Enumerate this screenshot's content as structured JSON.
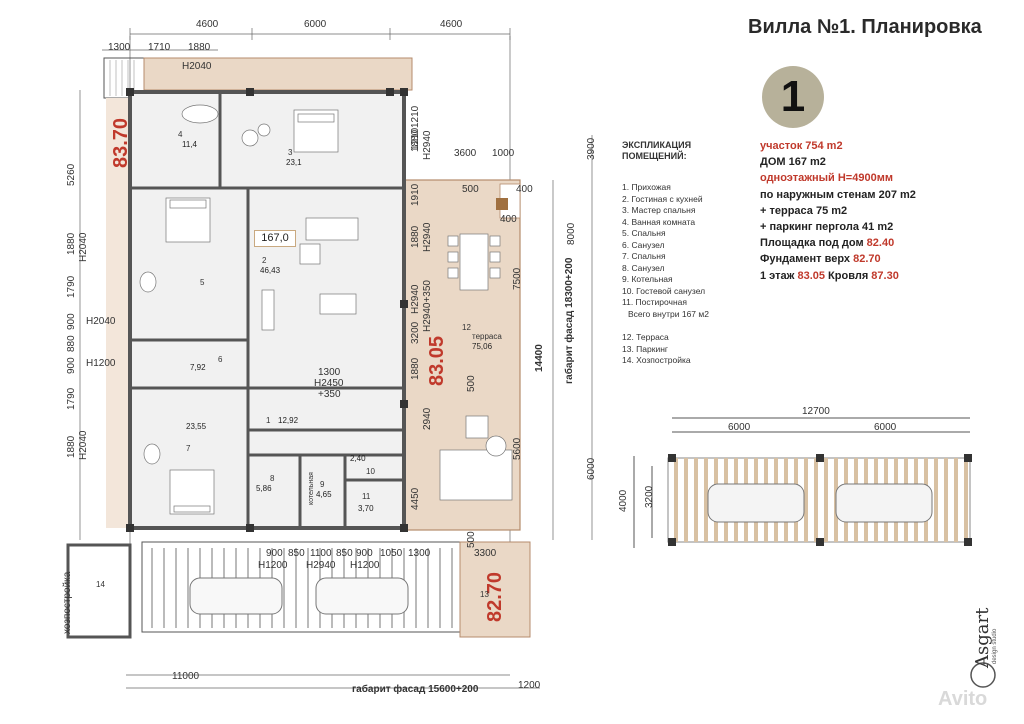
{
  "title": "Вилла №1. Планировка",
  "badge": "1",
  "dims_top": [
    "4600",
    "6000",
    "4600"
  ],
  "dims_top2": [
    "1300",
    "1710",
    "1880"
  ],
  "door_top": "H2040",
  "mark_8370": "83.70",
  "mark_8305": "83.05",
  "mark_8270": "82.70",
  "left_dims": [
    "5260",
    "1880",
    "H2040",
    "1790",
    "H2040",
    "900",
    "880",
    "900",
    "H1200",
    "1790",
    "1880",
    "H2040"
  ],
  "rooms": [
    {
      "num": "4",
      "area": "11,4"
    },
    {
      "num": "3",
      "area": "23,1"
    },
    {
      "num": "2",
      "area": "46,43"
    },
    {
      "num": "5",
      "area": ""
    },
    {
      "num": "6",
      "area": "7,92"
    },
    {
      "num": "7",
      "area": "23,55"
    },
    {
      "num": "1",
      "area": "12,92"
    },
    {
      "num": "8",
      "area": "5,86"
    },
    {
      "num": "9",
      "area": "4,65"
    },
    {
      "num": "10",
      "area": "2,40"
    },
    {
      "num": "11",
      "area": "3,70"
    }
  ],
  "total_box": "167,0",
  "boiler_label": "котельная",
  "mid_labels": {
    "d1300": "1300",
    "h2450": "H2450",
    "p350": "+350",
    "h2940a": "H2940",
    "h2940b": "H2940",
    "h2940c": "H2940",
    "h2940d": "H2940+350",
    "d3200": "3200",
    "d1210": "1210",
    "d1880a": "1880",
    "d1910": "1910",
    "d1880b": "1880",
    "d2940": "2940",
    "d1880c": "1880",
    "d4450": "4450"
  },
  "terrace": {
    "num": "12",
    "name": "терраса",
    "area": "75,06",
    "d500a": "500",
    "d400a": "400",
    "d400b": "400",
    "d7500": "7500",
    "d500b": "500",
    "d5600": "5600",
    "d500c": "500",
    "d3600": "3600",
    "d1000": "1000"
  },
  "right_dims": {
    "d3900": "3900",
    "d8000": "8000",
    "d6000": "6000",
    "d14400": "14400",
    "facade1": "габарит фасад 18300+200"
  },
  "bottom_doors": [
    "900",
    "850",
    "1100",
    "850",
    "900",
    "1050",
    "1300",
    "3300"
  ],
  "bottom_h": [
    "H1200",
    "H2940",
    "H1200"
  ],
  "parking_num": "13",
  "shed_label": "хозпостройка",
  "shed_num": "14",
  "bottom_dims": {
    "d11000": "11000",
    "facade2": "габарит фасад 15600+200",
    "d1200": "1200"
  },
  "legend": {
    "heading": [
      "ЭКСПЛИКАЦИЯ",
      "ПОМЕЩЕНИЙ:"
    ],
    "items": [
      "1. Прихожая",
      "2. Гостиная с кухней",
      "3. Мастер спальня",
      "4. Ванная комната",
      "5. Спальня",
      "6. Санузел",
      "7. Спальня",
      "8. Санузел",
      "9. Котельная",
      "10. Гостевой санузел",
      "11. Постирочная",
      "Всего внутри  167 м2"
    ],
    "items2": [
      "12. Терраса",
      "13. Паркинг",
      "14. Хозпостройка"
    ]
  },
  "info": {
    "l1": "участок 754 m2",
    "l2": "ДОМ 167 m2",
    "l3": "одноэтажный H=4900мм",
    "l4": "по наружным стенам 207 m2",
    "l5": "+ терраса 75 m2",
    "l6": "+ паркинг пергола 41 m2",
    "l7a": "Площадка под дом ",
    "l7b": "82.40",
    "l8a": "Фундамент верх ",
    "l8b": "82.70",
    "l9a": "1 этаж ",
    "l9b": "83.05",
    "l9c": " Кровля ",
    "l9d": "87.30"
  },
  "pergola": {
    "total": "12700",
    "left": "6000",
    "right": "6000",
    "h4000": "4000",
    "h3200": "3200"
  },
  "logo": {
    "name": "Asgart",
    "sub": "design studio"
  },
  "watermark": "Avito",
  "colors": {
    "terrace": "#ead8c6",
    "terrace_border": "#b58b6c",
    "red": "#c0392b",
    "wall": "#555555",
    "room_fill": "#f1f1f1",
    "badge": "#b7b19a"
  }
}
